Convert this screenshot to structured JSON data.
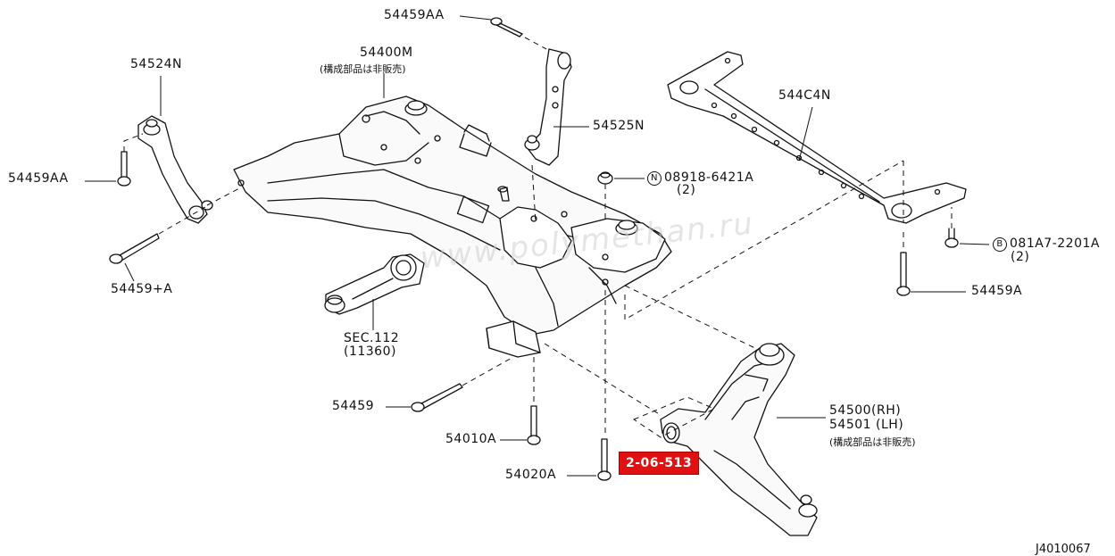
{
  "labels": {
    "p54459AA_top": "54459AA",
    "p54400M": "54400M",
    "p54400M_note": "(構成部品は非販売)",
    "p54524N": "54524N",
    "p54525N": "54525N",
    "p544C4N": "544C4N",
    "p08918_prefix": "N",
    "p08918": "08918-6421A",
    "p08918_qty": "(2)",
    "p54459AA_left": "54459AA",
    "p081A7_prefix": "B",
    "p081A7": "081A7-2201A",
    "p081A7_qty": "(2)",
    "p54459plusA": "54459+A",
    "p54459A": "54459A",
    "sec112": "SEC.112",
    "sec112_sub": "(11360)",
    "p54459": "54459",
    "p54010A": "54010A",
    "p54020A": "54020A",
    "p54500": "54500(RH)",
    "p54501": "54501 (LH)",
    "p54500_note": "(構成部品は非販売)"
  },
  "badge": {
    "text": "2-06-513",
    "color": "#e11111"
  },
  "watermark": "www.polymethan.ru",
  "corner_code": "J4010067"
}
